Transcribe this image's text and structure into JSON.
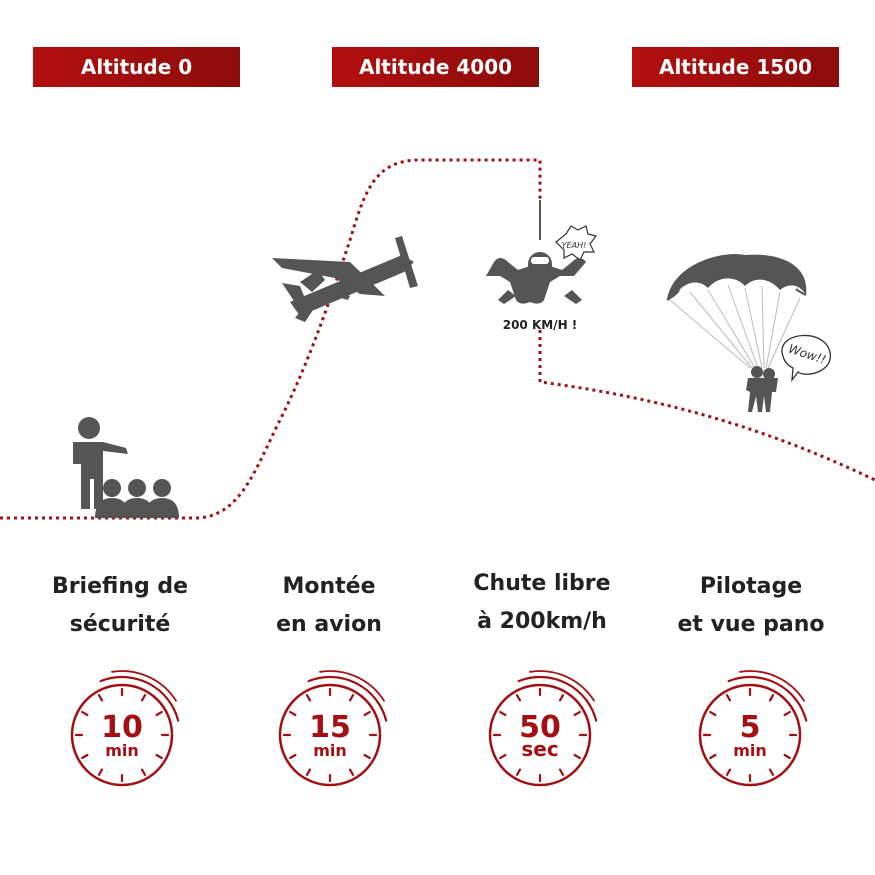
{
  "altitudes": [
    "Altitude 0",
    "Altitude 4000",
    "Altitude 1500"
  ],
  "stages": [
    {
      "line1": "Briefing de",
      "line2": "sécurité",
      "timer_value": "10",
      "timer_unit": "min"
    },
    {
      "line1": "Montée",
      "line2": "en avion",
      "timer_value": "15",
      "timer_unit": "min"
    },
    {
      "line1": "Chute libre",
      "line2": "à 200km/h",
      "timer_value": "50",
      "timer_unit": "sec"
    },
    {
      "line1": "Pilotage",
      "line2": "et vue pano",
      "timer_value": "5",
      "timer_unit": "min"
    }
  ],
  "freefall_speed": "200 KM/H !",
  "bubble_yeah": "YEAH!",
  "bubble_wow": "Wow!!",
  "colors": {
    "accent": "#a30f12",
    "icon": "#555555",
    "dotted_line": "#9e1111"
  }
}
